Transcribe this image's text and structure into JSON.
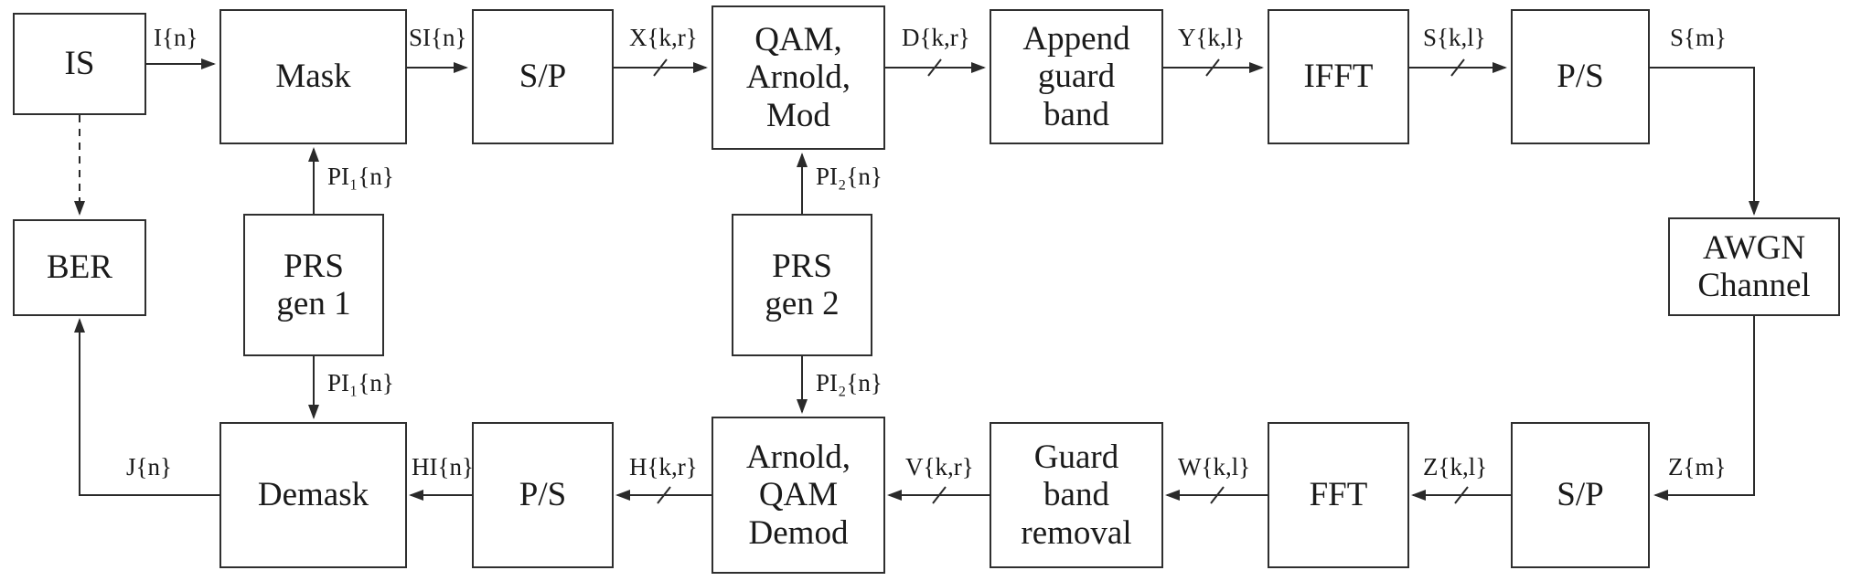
{
  "diagram": {
    "type": "block-diagram",
    "description": "OFDM transceiver chain with masking and Arnold/QAM encryption over an AWGN channel",
    "colors": {
      "line": "#2a2a2a",
      "background": "#ffffff",
      "text": "#1a1a1a"
    },
    "blocks": [
      {
        "label": "IS"
      },
      {
        "label": "Mask"
      },
      {
        "label": "S/P"
      },
      {
        "label": "QAM,\nArnold,\nMod"
      },
      {
        "label": "Append\nguard\nband"
      },
      {
        "label": "IFFT"
      },
      {
        "label": "P/S"
      },
      {
        "label": "AWGN\nChannel"
      },
      {
        "label": "BER"
      },
      {
        "label": "PRS\ngen 1"
      },
      {
        "label": "PRS\ngen 2"
      },
      {
        "label": "Demask"
      },
      {
        "label": "P/S"
      },
      {
        "label": "Arnold,\nQAM\nDemod"
      },
      {
        "label": "Guard\nband\nremoval"
      },
      {
        "label": "FFT"
      },
      {
        "label": "S/P"
      }
    ],
    "signals": [
      {
        "label": "I{n}"
      },
      {
        "label": "SI{n}"
      },
      {
        "label": "X{k,r}"
      },
      {
        "label": "D{k,r}"
      },
      {
        "label": "Y{k,l}"
      },
      {
        "label": "S{k,l}"
      },
      {
        "label": "S{m}"
      },
      {
        "label": "Z{m}"
      },
      {
        "label": "Z{k,l}"
      },
      {
        "label": "W{k,l}"
      },
      {
        "label": "V{k,r}"
      },
      {
        "label": "H{k,r}"
      },
      {
        "label": "HI{n}"
      },
      {
        "label": "J{n}"
      },
      {
        "label": "PI₁{n}"
      },
      {
        "label": "PI₁{n}"
      },
      {
        "label": "PI₂{n}"
      },
      {
        "label": "PI₂{n}"
      }
    ]
  }
}
